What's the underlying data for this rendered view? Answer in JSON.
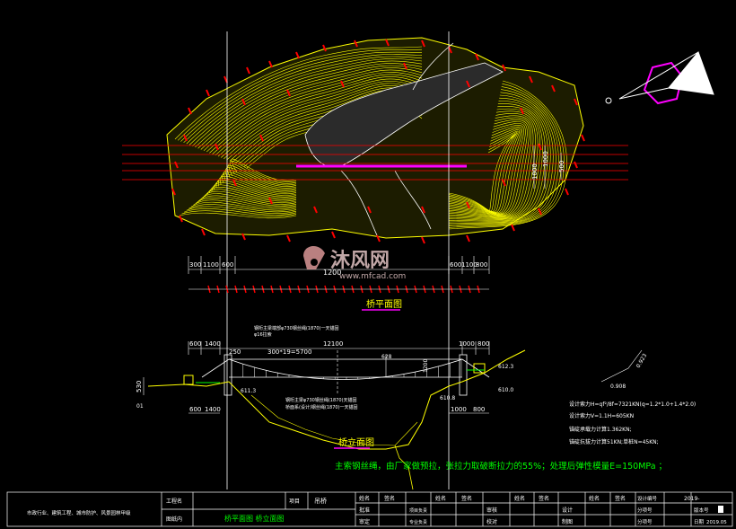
{
  "plan": {
    "title": "桥平面图",
    "dims_bottom": [
      "300",
      "1100",
      "600",
      "1200",
      "600",
      "1100",
      "800"
    ],
    "dims_right": [
      "1000",
      "1000",
      "500"
    ]
  },
  "elevation": {
    "title": "桥立面图",
    "span_total": "12100",
    "left_dims": [
      "600",
      "1400"
    ],
    "right_dims": [
      "1000",
      "800"
    ],
    "stay_spacing": "300*19=5700",
    "anchor_left_label": "250",
    "height_label": "530",
    "marker_label": "01",
    "notes_upper": [
      "钢桁主梁端部φ730钢丝绳(1870)一天锚固",
      "φ16拉索"
    ],
    "notes_lower": [
      "钢桁主梁φ730钢丝绳(1870)天锚固",
      "桥面系(设计)钢丝绳(1870)一天锚固"
    ],
    "elev_labels": [
      "611.3",
      "610.8",
      "612.3",
      "610.0"
    ],
    "mid_label": "628",
    "side_label": "1200",
    "angle_label": "0.908",
    "angle_label2": "0.923"
  },
  "calc_notes": [
    "设计索力H=qf²/8f=7321KN(q=1.2*1.0+1.4*2.0)",
    "设计索力V=1.1H=605KN",
    "锚碇承载力计算1.362KN;",
    "锚碇抗拔力计算51KN;单桩N=45KN;"
  ],
  "main_note": "主索钢丝绳，由厂家做预拉，张拉力取破断拉力的55%；处理后弹性模量E=150MPa ；",
  "title_block": {
    "company": "市政行业、建筑工程、城市防护、风景园林甲级",
    "project_label": "工程名",
    "drawing_label": "图纸内",
    "item_label": "项目",
    "item_value": "吊桥",
    "drawing_name": "桥平面图    桥立面图",
    "headers": [
      "签名",
      "签名",
      "签名",
      "签名"
    ],
    "name_label": "姓名",
    "roles_row1": [
      "批准",
      "项目负责",
      "审核",
      "设计"
    ],
    "roles_row2": [
      "审定",
      "专业负责",
      "校对",
      "制图"
    ],
    "drawing_no_label": "设计编号",
    "drawing_no_value": "2019-",
    "sheet_label": "分项号",
    "version_label": "版本号",
    "version_value": "",
    "date_label": "日期",
    "date_value": "2019.05",
    "sub_no_label": "分项号"
  },
  "watermark": {
    "text_cn": "沐风网",
    "text_en": "www.mfcad.com"
  },
  "colors": {
    "background": "#000000",
    "contour": "#ffff00",
    "red": "#ff0000",
    "magenta": "#ff00ff",
    "white": "#ffffff",
    "green": "#00ff00",
    "cyan": "#00ffff"
  }
}
